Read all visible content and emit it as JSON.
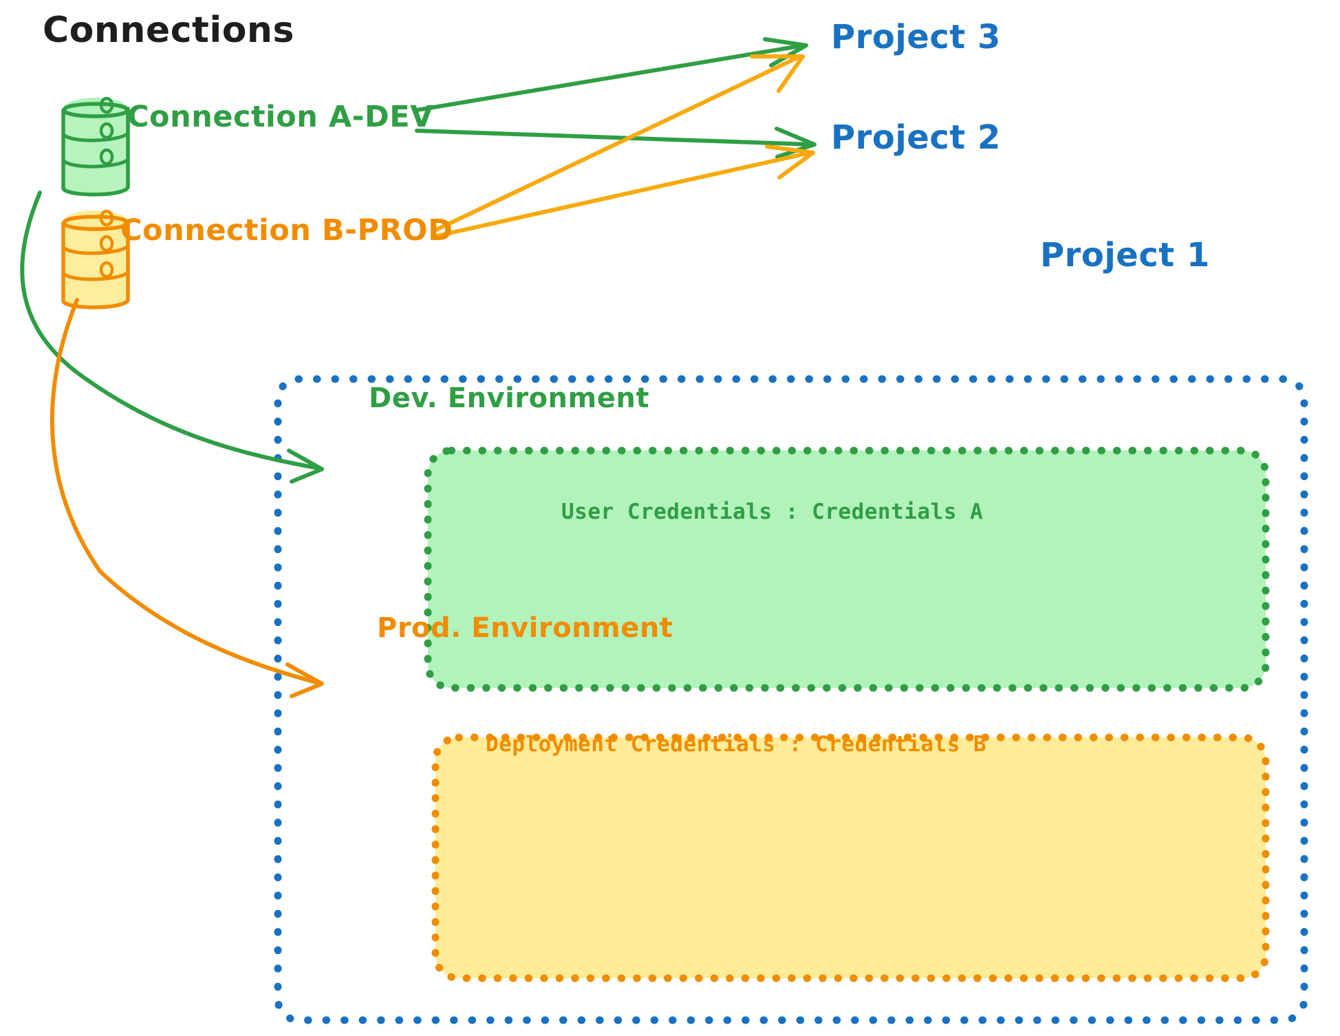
{
  "diagram": {
    "title": "Connections",
    "colors": {
      "dev_green": "#2f9e44",
      "prod_orange": "#f08c00",
      "project_blue": "#1971c2",
      "dev_fill": "#b2f2bb",
      "prod_fill": "#ffec99",
      "title_black": "#1e1e1e"
    },
    "connections": [
      {
        "id": "connection-a-dev",
        "label": "Connection A-DEV",
        "icon": "database-icon",
        "color": "#2f9e44",
        "targets": [
          "Project 3",
          "Project 2",
          "Dev. Environment"
        ]
      },
      {
        "id": "connection-b-prod",
        "label": "Connection B-PROD",
        "icon": "database-icon",
        "color": "#f08c00",
        "targets": [
          "Project 3",
          "Project 2",
          "Prod. Environment"
        ]
      }
    ],
    "projects": [
      {
        "id": "project-3",
        "label": "Project 3"
      },
      {
        "id": "project-2",
        "label": "Project 2"
      },
      {
        "id": "project-1",
        "label": "Project 1"
      }
    ],
    "project_1_environments": [
      {
        "id": "dev-environment",
        "label": "Dev. Environment",
        "credential_line": "User Credentials : Credentials A",
        "credential_key": "User Credentials",
        "credential_value": "Credentials A",
        "color": "#2f9e44",
        "fill": "#b2f2bb"
      },
      {
        "id": "prod-environment",
        "label": "Prod. Environment",
        "credential_line": "Deployment Credentials : Credentials B",
        "credential_key": "Deployment Credentials",
        "credential_value": "Credentials B",
        "color": "#f08c00",
        "fill": "#ffec99"
      }
    ],
    "edges": [
      {
        "from": "Connection A-DEV",
        "to": "Project 3",
        "color": "#2f9e44"
      },
      {
        "from": "Connection A-DEV",
        "to": "Project 2",
        "color": "#2f9e44"
      },
      {
        "from": "Connection A-DEV",
        "to": "Dev. Environment",
        "color": "#2f9e44"
      },
      {
        "from": "Connection B-PROD",
        "to": "Project 3",
        "color": "#f8a90c"
      },
      {
        "from": "Connection B-PROD",
        "to": "Project 2",
        "color": "#f8a90c"
      },
      {
        "from": "Connection B-PROD",
        "to": "Prod. Environment",
        "color": "#f08c00"
      }
    ]
  }
}
